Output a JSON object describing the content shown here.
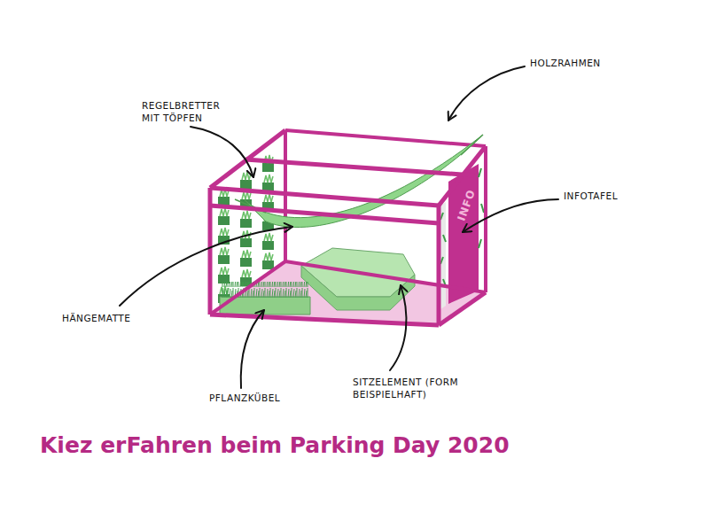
{
  "diagram": {
    "title": "Kiez erFahren beim Parking Day 2020",
    "labels": [
      "HOLZRAHMEN",
      "REGELBRETTER MIT TÖPFEN",
      "INFOTAFEL",
      "HÄNGEMATTE",
      "PFLANZKÜBEL",
      "SITZELEMENT (FORM BEISPIELHAFT)",
      "INFO"
    ]
  }
}
